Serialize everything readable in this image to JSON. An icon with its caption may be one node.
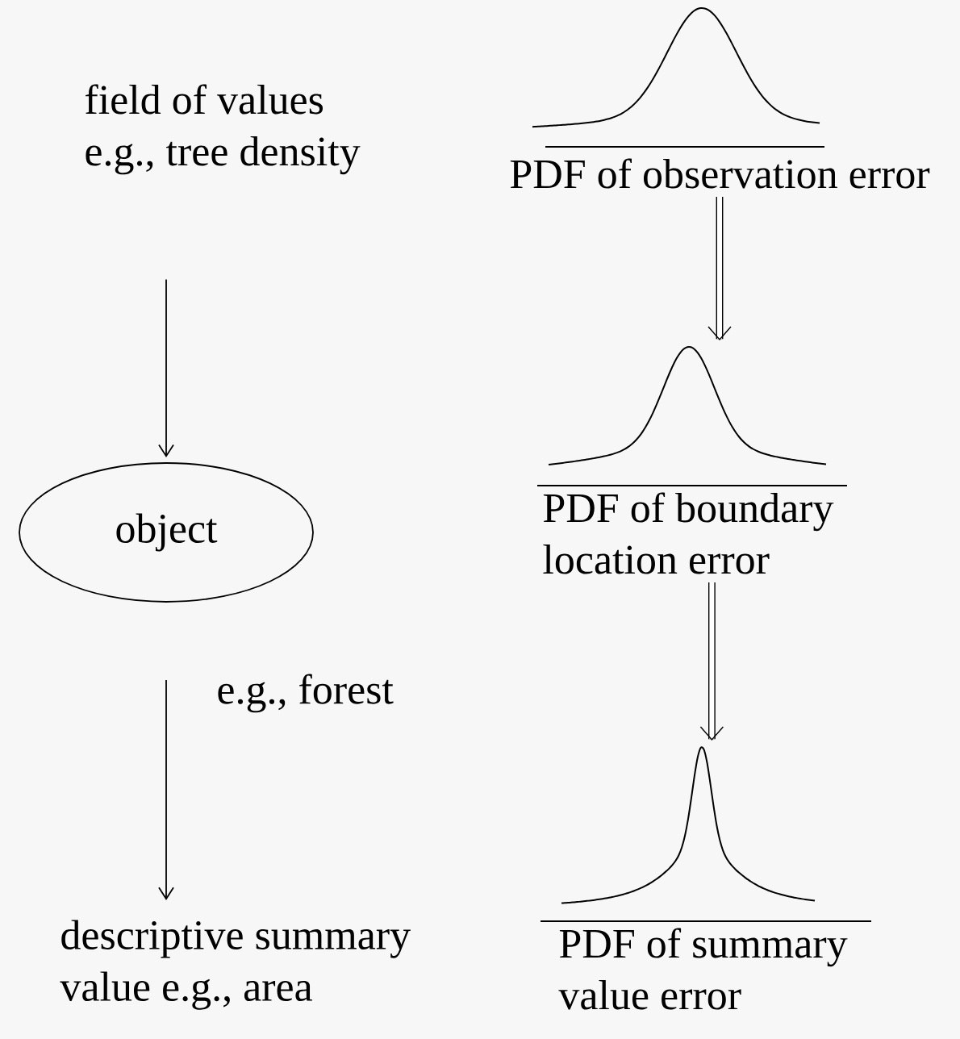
{
  "diagram": {
    "nodes": [
      {
        "text": [
          "field of values e.g., tree density"
        ]
      },
      {
        "text": [
          "object"
        ]
      },
      {
        "text": [
          "descriptive summary value e.g., area"
        ]
      },
      {
        "text": [
          "PDF of observation error"
        ]
      },
      {
        "text": [
          "PDF of boundary location error"
        ]
      },
      {
        "text": [
          "PDF of summary value error"
        ]
      }
    ],
    "edges": [
      {
        "from": 0,
        "to": 1,
        "arrow": "to"
      },
      {
        "from": 1,
        "to": 2,
        "arrow": "to",
        "label": "e.g., forest"
      },
      {
        "from": 3,
        "to": 4,
        "arrow": "to",
        "style": "thick"
      },
      {
        "from": 4,
        "to": 5,
        "arrow": "to",
        "style": "thick"
      }
    ]
  }
}
